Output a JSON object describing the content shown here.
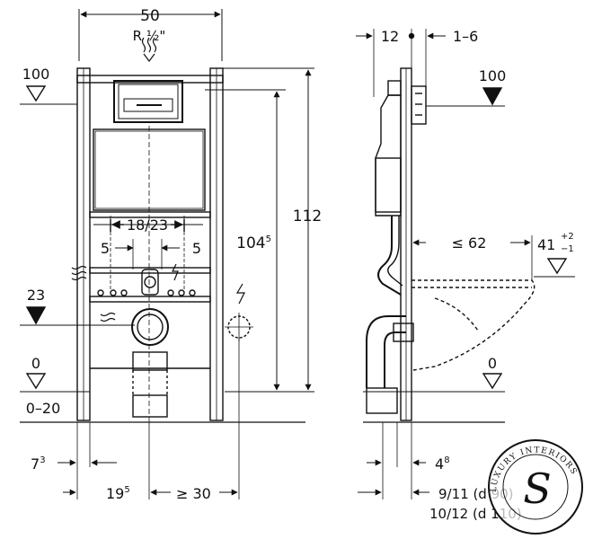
{
  "front_view": {
    "width_top": "50",
    "pipe_thread": "R ½\"",
    "level_100": "100",
    "level_23": "23",
    "level_0": "0",
    "level_range": "0–20",
    "height_total": "112",
    "height_frame": "104",
    "height_frame_sup": "5",
    "bolt_spacing": "18/23",
    "offset_left": "5",
    "offset_right": "5",
    "bottom_left": "7",
    "bottom_left_sup": "3",
    "bottom_mid": "19",
    "bottom_mid_sup": "5",
    "bottom_right": "≥ 30"
  },
  "side_view": {
    "depth_top": "12",
    "depth_adjust": "1–6",
    "level_100": "100",
    "level_0": "0",
    "projection": "≤ 62",
    "seat_height": "41",
    "seat_tol_plus": "+2",
    "seat_tol_minus": "−1",
    "bottom_offset": "4",
    "bottom_offset_sup": "8",
    "pipe_line1": "9/11 (d 90)",
    "pipe_line2": "10/12 (d 110)"
  },
  "logo": {
    "text": "LUXURY INTERIORS",
    "letter": "S"
  }
}
